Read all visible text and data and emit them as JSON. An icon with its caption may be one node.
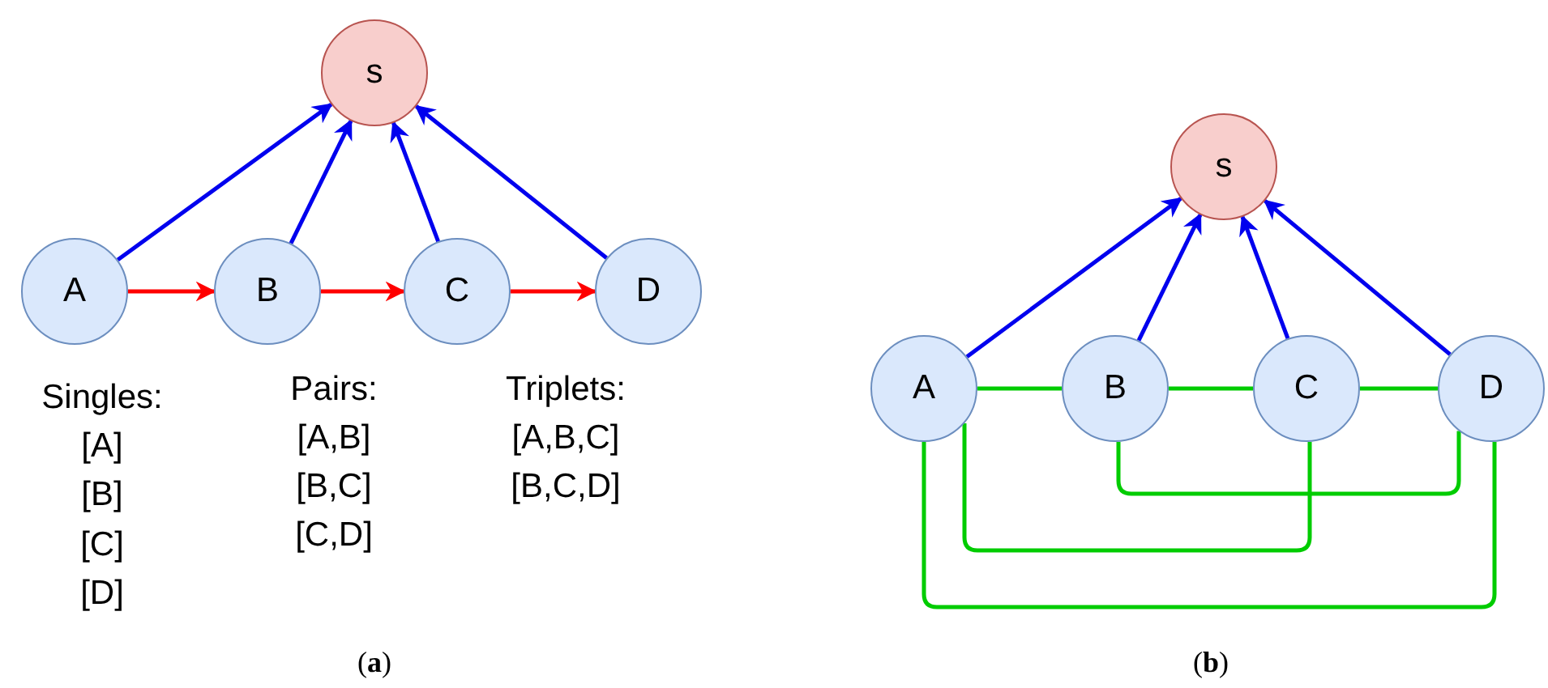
{
  "diagram": {
    "nodes": [
      {
        "text": [
          "s"
        ]
      },
      {
        "text": [
          "A"
        ]
      },
      {
        "text": [
          "B"
        ]
      },
      {
        "text": [
          "C"
        ]
      },
      {
        "text": [
          "D"
        ]
      },
      {
        "text": [
          "s"
        ]
      },
      {
        "text": [
          "A"
        ]
      },
      {
        "text": [
          "B"
        ]
      },
      {
        "text": [
          "C"
        ]
      },
      {
        "text": [
          "D"
        ]
      }
    ],
    "edges": [
      {
        "from": 1,
        "to": 0,
        "arrow": "to"
      },
      {
        "from": 2,
        "to": 0,
        "arrow": "to"
      },
      {
        "from": 3,
        "to": 0,
        "arrow": "to"
      },
      {
        "from": 4,
        "to": 0,
        "arrow": "to"
      },
      {
        "from": 1,
        "to": 2,
        "arrow": "to",
        "color": "#ff0000"
      },
      {
        "from": 2,
        "to": 3,
        "arrow": "to",
        "color": "#ff0000"
      },
      {
        "from": 3,
        "to": 4,
        "arrow": "to",
        "color": "#ff0000"
      },
      {
        "from": 6,
        "to": 5,
        "arrow": "to"
      },
      {
        "from": 7,
        "to": 5,
        "arrow": "to"
      },
      {
        "from": 8,
        "to": 5,
        "arrow": "to"
      },
      {
        "from": 9,
        "to": 5,
        "arrow": "to"
      },
      {
        "from": 6,
        "to": 7,
        "arrow": "none",
        "color": "#00cc00"
      },
      {
        "from": 7,
        "to": 8,
        "arrow": "none",
        "color": "#00cc00"
      },
      {
        "from": 8,
        "to": 9,
        "arrow": "none",
        "color": "#00cc00"
      },
      {
        "from": 7,
        "to": 9,
        "arrow": "none",
        "color": "#00cc00"
      },
      {
        "from": 6,
        "to": 8,
        "arrow": "none",
        "color": "#00cc00"
      },
      {
        "from": 6,
        "to": 9,
        "arrow": "none",
        "color": "#00cc00"
      }
    ],
    "labels": [
      "Singles:",
      "[A]",
      "[B]",
      "[C]",
      "[D]",
      "Pairs:",
      "[A,B]",
      "[B,C]",
      "[C,D]",
      "Triplets:",
      "[A,B,C]",
      "[B,C,D]",
      "(**a**)",
      "(**b**)"
    ]
  }
}
